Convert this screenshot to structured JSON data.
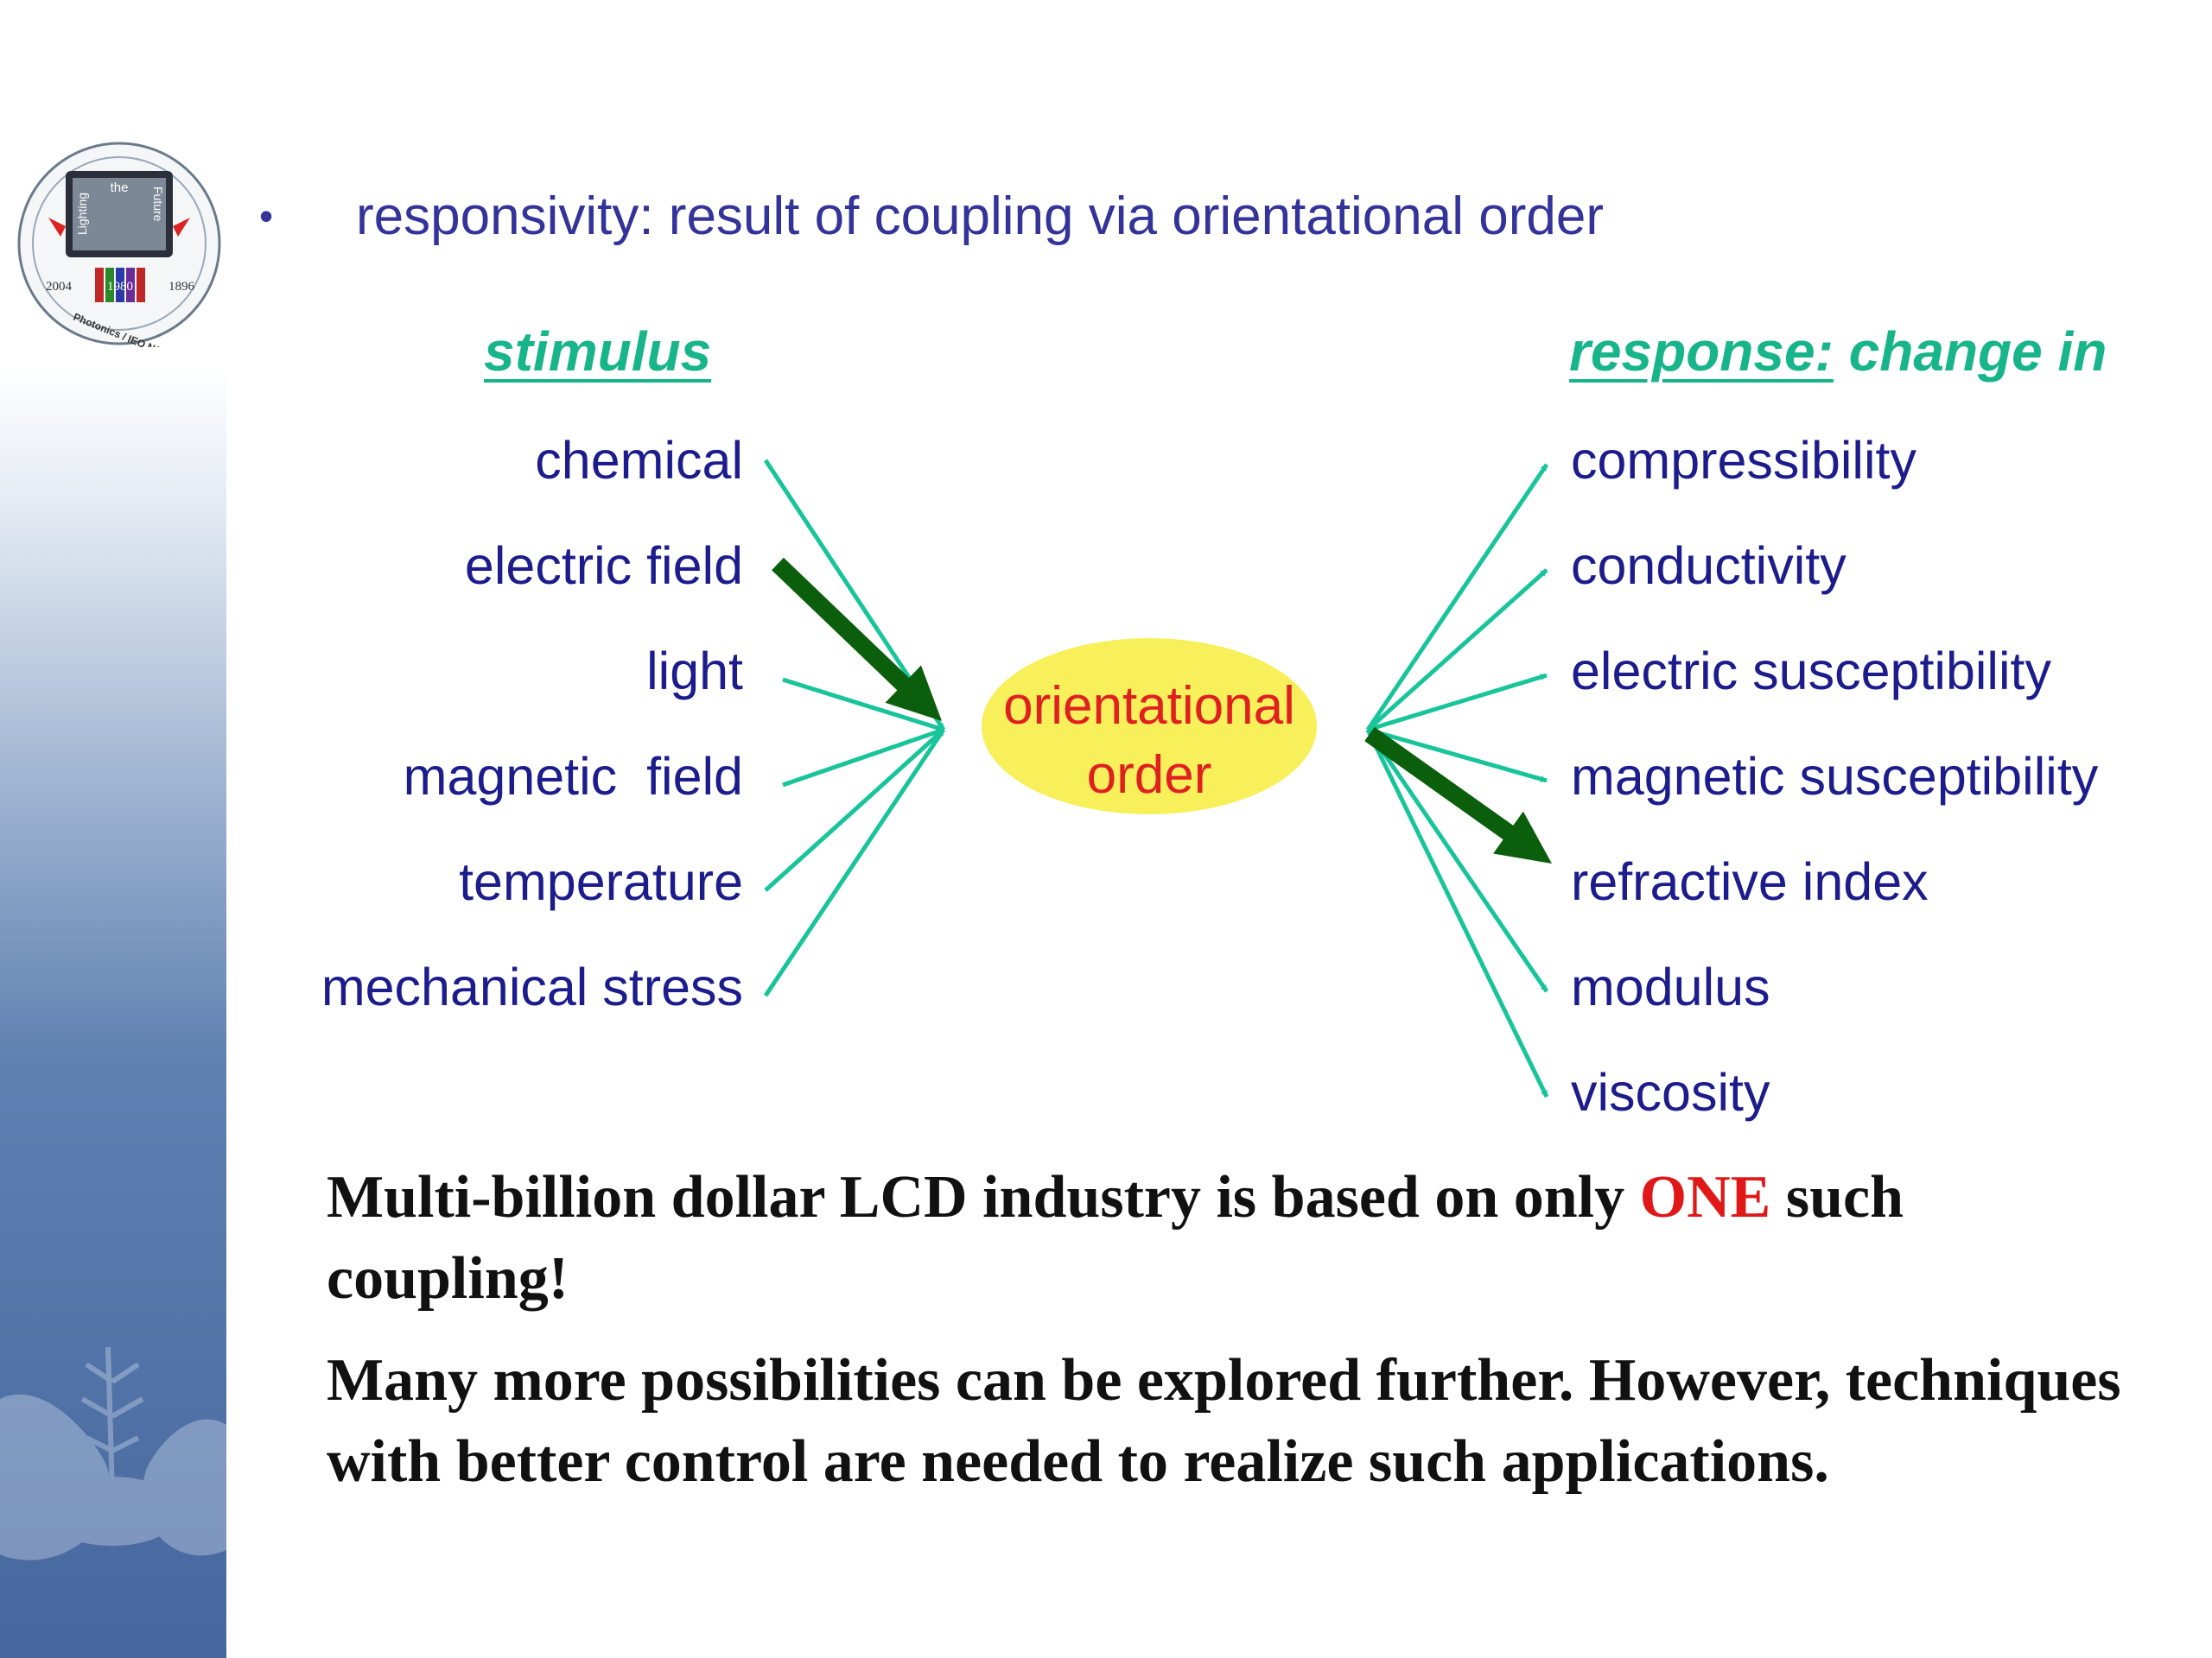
{
  "bullet": {
    "symbol": "•",
    "text": "responsivity:  result of coupling via orientational order"
  },
  "logo": {
    "top_text": "the",
    "left_text": "Lighting",
    "right_text": "Future",
    "year_left": "2004",
    "year_center": "1980",
    "year_right": "1896",
    "bottom_text": "Photonics / IEO NCTU"
  },
  "diagram": {
    "stimulus_header": "stimulus",
    "response_header_underlined": "response:",
    "response_header_rest": " change in",
    "center_line1": "orientational",
    "center_line2": "order",
    "stimuli": [
      "chemical",
      "electric field",
      "light",
      "magnetic  field",
      "temperature",
      "mechanical stress"
    ],
    "responses": [
      "compressibility",
      "conductivity",
      "electric susceptibility",
      "magnetic susceptibility",
      "refractive index",
      "modulus",
      "viscosity"
    ],
    "highlighted_stimulus": "electric field",
    "highlighted_response": "refractive index",
    "colors": {
      "arrow": "#18c49a",
      "highlight_arrow": "#0b5e0b",
      "ellipse": "#f7f05a",
      "center_text": "#e02020",
      "header": "#18b58a",
      "item_text": "#1c1c8c"
    }
  },
  "paragraph1": {
    "before": "Multi-billion dollar LCD industry is based on only ",
    "highlight": "ONE",
    "after": " such coupling!"
  },
  "paragraph2": {
    "text": "Many more possibilities can be explored further. However, techniques with better control are needed to realize such applications."
  }
}
